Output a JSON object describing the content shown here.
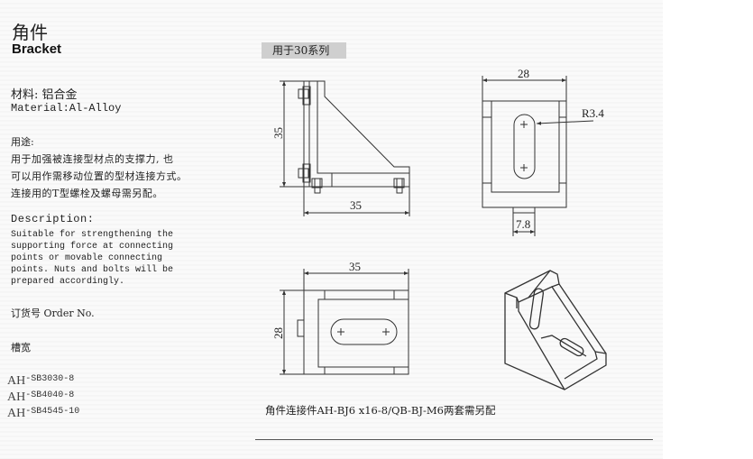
{
  "title_cn": "角件",
  "title_en": "Bracket",
  "material_cn": "材料: 铝合金",
  "material_en": "Material:Al-Alloy",
  "usage_heading": "用途:",
  "usage_lines": [
    "用于加强被连接型材点的支撑力, 也",
    "可以用作需移动位置的型材连接方式。",
    "连接用的T型螺栓及螺母需另配。"
  ],
  "description_heading": "Description:",
  "description_lines": [
    "Suitable for strengthening the",
    "supporting force at connecting",
    "points or movable connecting",
    "points. Nuts and bolts will be",
    "prepared accordingly."
  ],
  "order_no": "订货号  Order No.",
  "slot_width": "槽宽",
  "codes": [
    {
      "prefix": "AH",
      "suffix": "-SB3030-8"
    },
    {
      "prefix": "AH",
      "suffix": "-SB4040-8"
    },
    {
      "prefix": "AH",
      "suffix": "-SB4545-10"
    }
  ],
  "series_label": "用于30系列",
  "dims": {
    "side_height": "35",
    "side_width": "35",
    "front_width": "28",
    "radius": "R3.4",
    "tab_width": "7.8",
    "top_width": "35",
    "top_height": "28"
  },
  "note": "角件连接件AH-BJ6 x16-8/QB-BJ-M6两套需另配"
}
